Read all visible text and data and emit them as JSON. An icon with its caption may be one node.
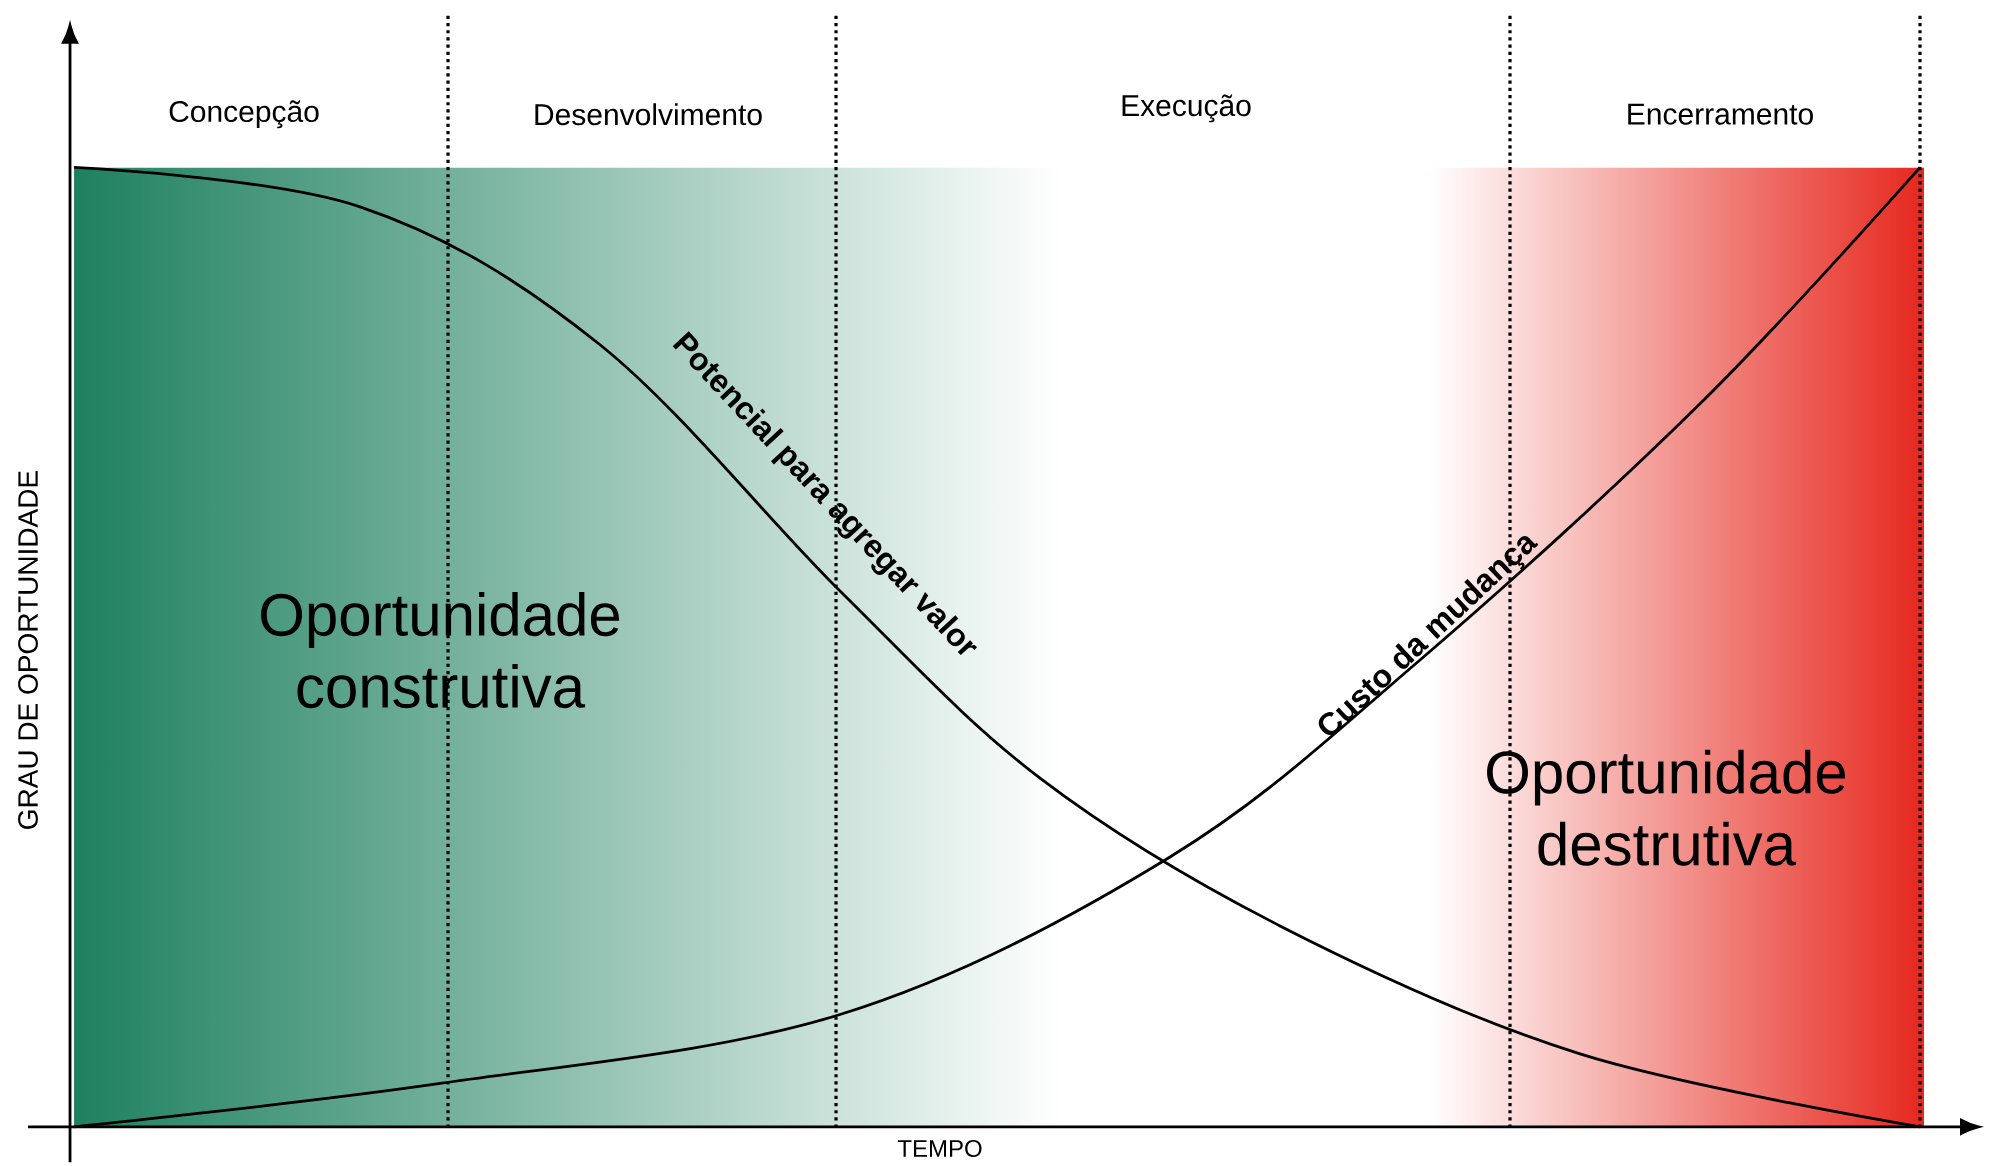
{
  "diagram": {
    "labels": [
      "Concepção",
      "Desenvolvimento",
      "Execução",
      "Encerramento",
      "GRAU DE OPORTUNIDADE",
      "Potencial para agregar valor",
      "Oportunidade construtiva",
      "Custo da mudança",
      "Oportunidade destrutiva",
      "TEMPO"
    ]
  }
}
